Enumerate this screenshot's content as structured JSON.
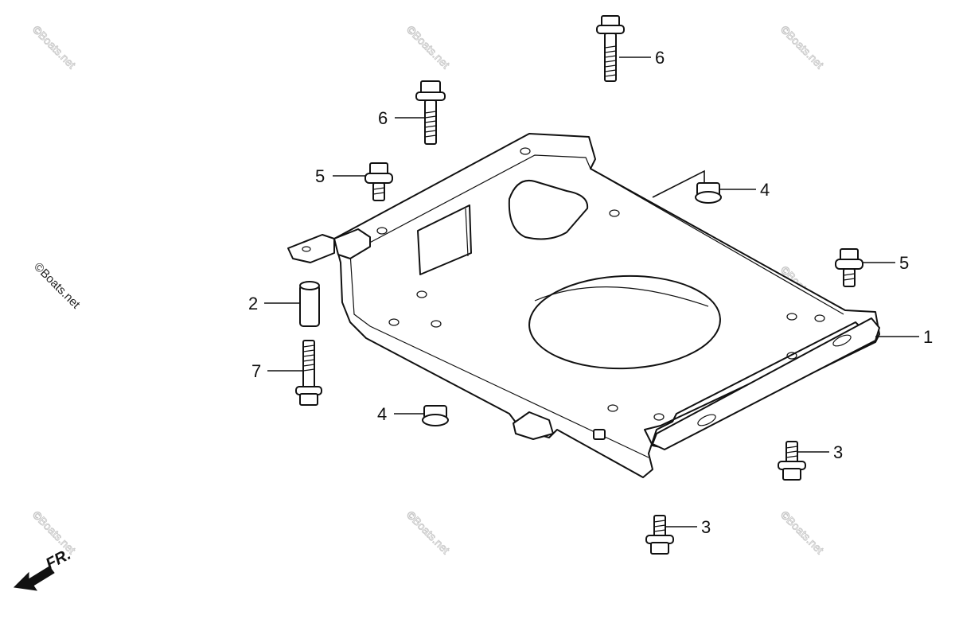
{
  "watermark": "©Boats.net",
  "direction_label": "FR.",
  "callouts": [
    {
      "id": "1",
      "label": "1",
      "part": "bracket-plate"
    },
    {
      "id": "2",
      "label": "2",
      "part": "collar"
    },
    {
      "id": "3a",
      "label": "3",
      "part": "bolt-short"
    },
    {
      "id": "3b",
      "label": "3",
      "part": "bolt-short"
    },
    {
      "id": "4a",
      "label": "4",
      "part": "nut"
    },
    {
      "id": "4b",
      "label": "4",
      "part": "nut"
    },
    {
      "id": "5a",
      "label": "5",
      "part": "bolt-flange"
    },
    {
      "id": "5b",
      "label": "5",
      "part": "bolt-flange"
    },
    {
      "id": "6a",
      "label": "6",
      "part": "bolt-long"
    },
    {
      "id": "6b",
      "label": "6",
      "part": "bolt-long"
    },
    {
      "id": "7",
      "label": "7",
      "part": "bolt-long-bottom"
    }
  ]
}
